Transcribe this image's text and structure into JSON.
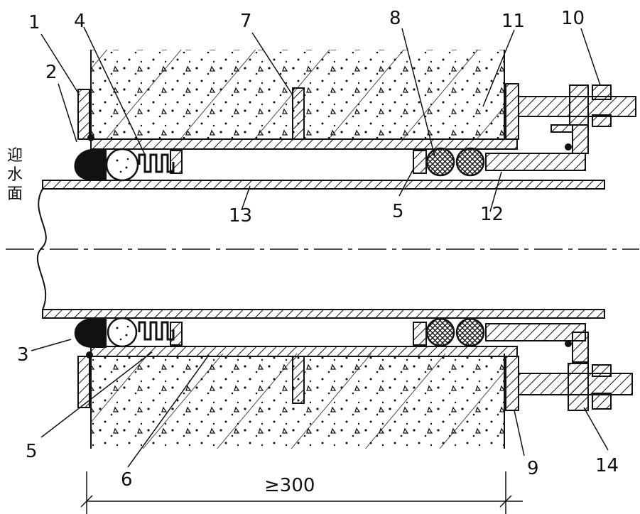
{
  "side_label": [
    "迎",
    "水",
    "面"
  ],
  "callouts": [
    "1",
    "2",
    "3",
    "4",
    "5",
    "5",
    "6",
    "7",
    "8",
    "9",
    "10",
    "11",
    "12",
    "13",
    "14"
  ],
  "dimension": "≥300"
}
